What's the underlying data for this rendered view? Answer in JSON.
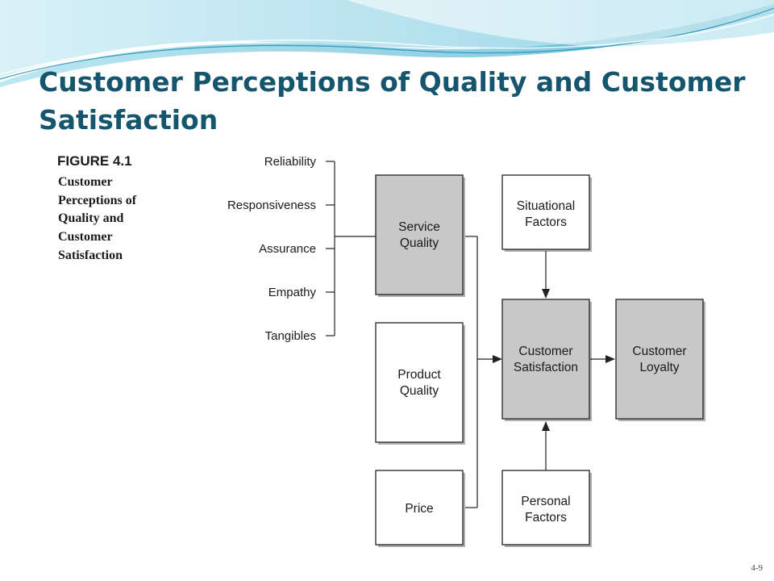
{
  "slide": {
    "title": "Customer Perceptions of Quality and Customer Satisfaction",
    "number": "4-9",
    "colors": {
      "title": "#15566e",
      "wave_light": "#bfe6f0",
      "wave_mid": "#7ecde0",
      "wave_dark": "#3aa7c7",
      "box_shaded": "#c8c8c8"
    }
  },
  "figure": {
    "number": "FIGURE 4.1",
    "caption_lines": [
      "Customer",
      "Perceptions of",
      "Quality and",
      "Customer",
      "Satisfaction"
    ],
    "dimensions": [
      "Reliability",
      "Responsiveness",
      "Assurance",
      "Empathy",
      "Tangibles"
    ],
    "boxes": {
      "service_quality": [
        "Service",
        "Quality"
      ],
      "product_quality": [
        "Product",
        "Quality"
      ],
      "price": [
        "Price"
      ],
      "situational_factors": [
        "Situational",
        "Factors"
      ],
      "customer_satisfaction": [
        "Customer",
        "Satisfaction"
      ],
      "personal_factors": [
        "Personal",
        "Factors"
      ],
      "customer_loyalty": [
        "Customer",
        "Loyalty"
      ]
    }
  }
}
